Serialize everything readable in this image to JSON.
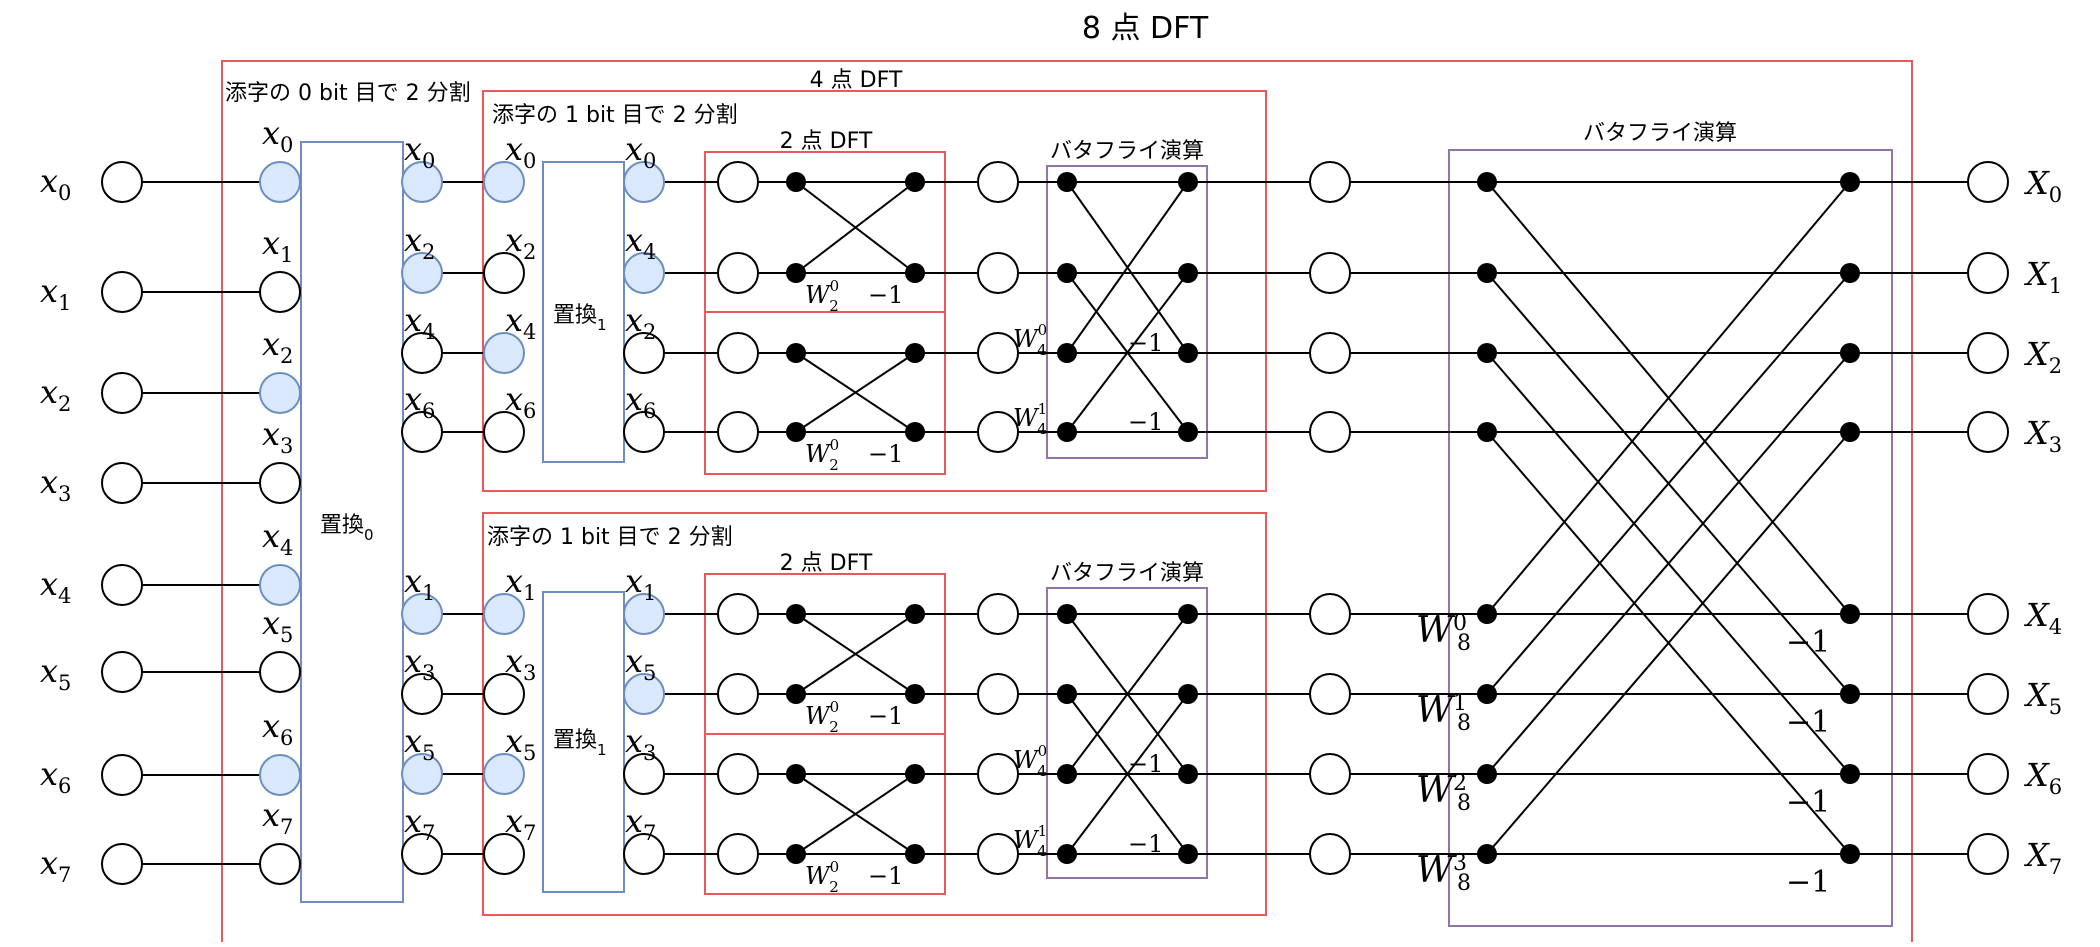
{
  "title": "8 点 DFT",
  "inputs": [
    "x",
    "x",
    "x",
    "x",
    "x",
    "x",
    "x",
    "x"
  ],
  "input_subscripts": [
    "0",
    "1",
    "2",
    "3",
    "4",
    "5",
    "6",
    "7"
  ],
  "split0_label": "添字の 0 bit 目で 2 分割",
  "perm0": {
    "text": "置換",
    "sub": "0"
  },
  "perm0_in_subscripts": [
    "0",
    "1",
    "2",
    "3",
    "4",
    "5",
    "6",
    "7"
  ],
  "perm0_out_subscripts": [
    "0",
    "2",
    "4",
    "6",
    "1",
    "3",
    "5",
    "7"
  ],
  "dft4_label": "4 点 DFT",
  "upper": {
    "split_label": "添字の 1 bit 目で 2 分割",
    "perm1": {
      "text": "置換",
      "sub": "1"
    },
    "in_subscripts": [
      "0",
      "2",
      "4",
      "6"
    ],
    "out_subscripts": [
      "0",
      "4",
      "2",
      "6"
    ],
    "dft2_label_top": "2 点 DFT",
    "butterfly_label": "バタフライ演算"
  },
  "lower": {
    "split_label": "添字の 1 bit 目で 2 分割",
    "perm1": {
      "text": "置換",
      "sub": "1"
    },
    "in_subscripts": [
      "1",
      "3",
      "5",
      "7"
    ],
    "out_subscripts": [
      "1",
      "5",
      "3",
      "7"
    ],
    "dft2_label_top": "2 点 DFT",
    "butterfly_label": "バタフライ演算"
  },
  "twiddle2": {
    "base": "W",
    "sub": "2",
    "sup": "0",
    "neg": "−1"
  },
  "twiddle4": [
    {
      "base": "W",
      "sub": "4",
      "sup": "0"
    },
    {
      "base": "W",
      "sub": "4",
      "sup": "1"
    }
  ],
  "neg4": "−1",
  "final_butterfly_label": "バタフライ演算",
  "twiddle8": [
    {
      "base": "W",
      "sub": "8",
      "sup": "0"
    },
    {
      "base": "W",
      "sub": "8",
      "sup": "1"
    },
    {
      "base": "W",
      "sub": "8",
      "sup": "2"
    },
    {
      "base": "W",
      "sub": "8",
      "sup": "3"
    }
  ],
  "neg8": "−1",
  "outputs": [
    "X",
    "X",
    "X",
    "X",
    "X",
    "X",
    "X",
    "X"
  ],
  "output_subscripts": [
    "0",
    "1",
    "2",
    "3",
    "4",
    "5",
    "6",
    "7"
  ],
  "colors": {
    "red_box": "#e85a5a",
    "purple_box": "#9673a6",
    "blue_box": "#6c8ebf",
    "highlight": "#dae8fc"
  }
}
